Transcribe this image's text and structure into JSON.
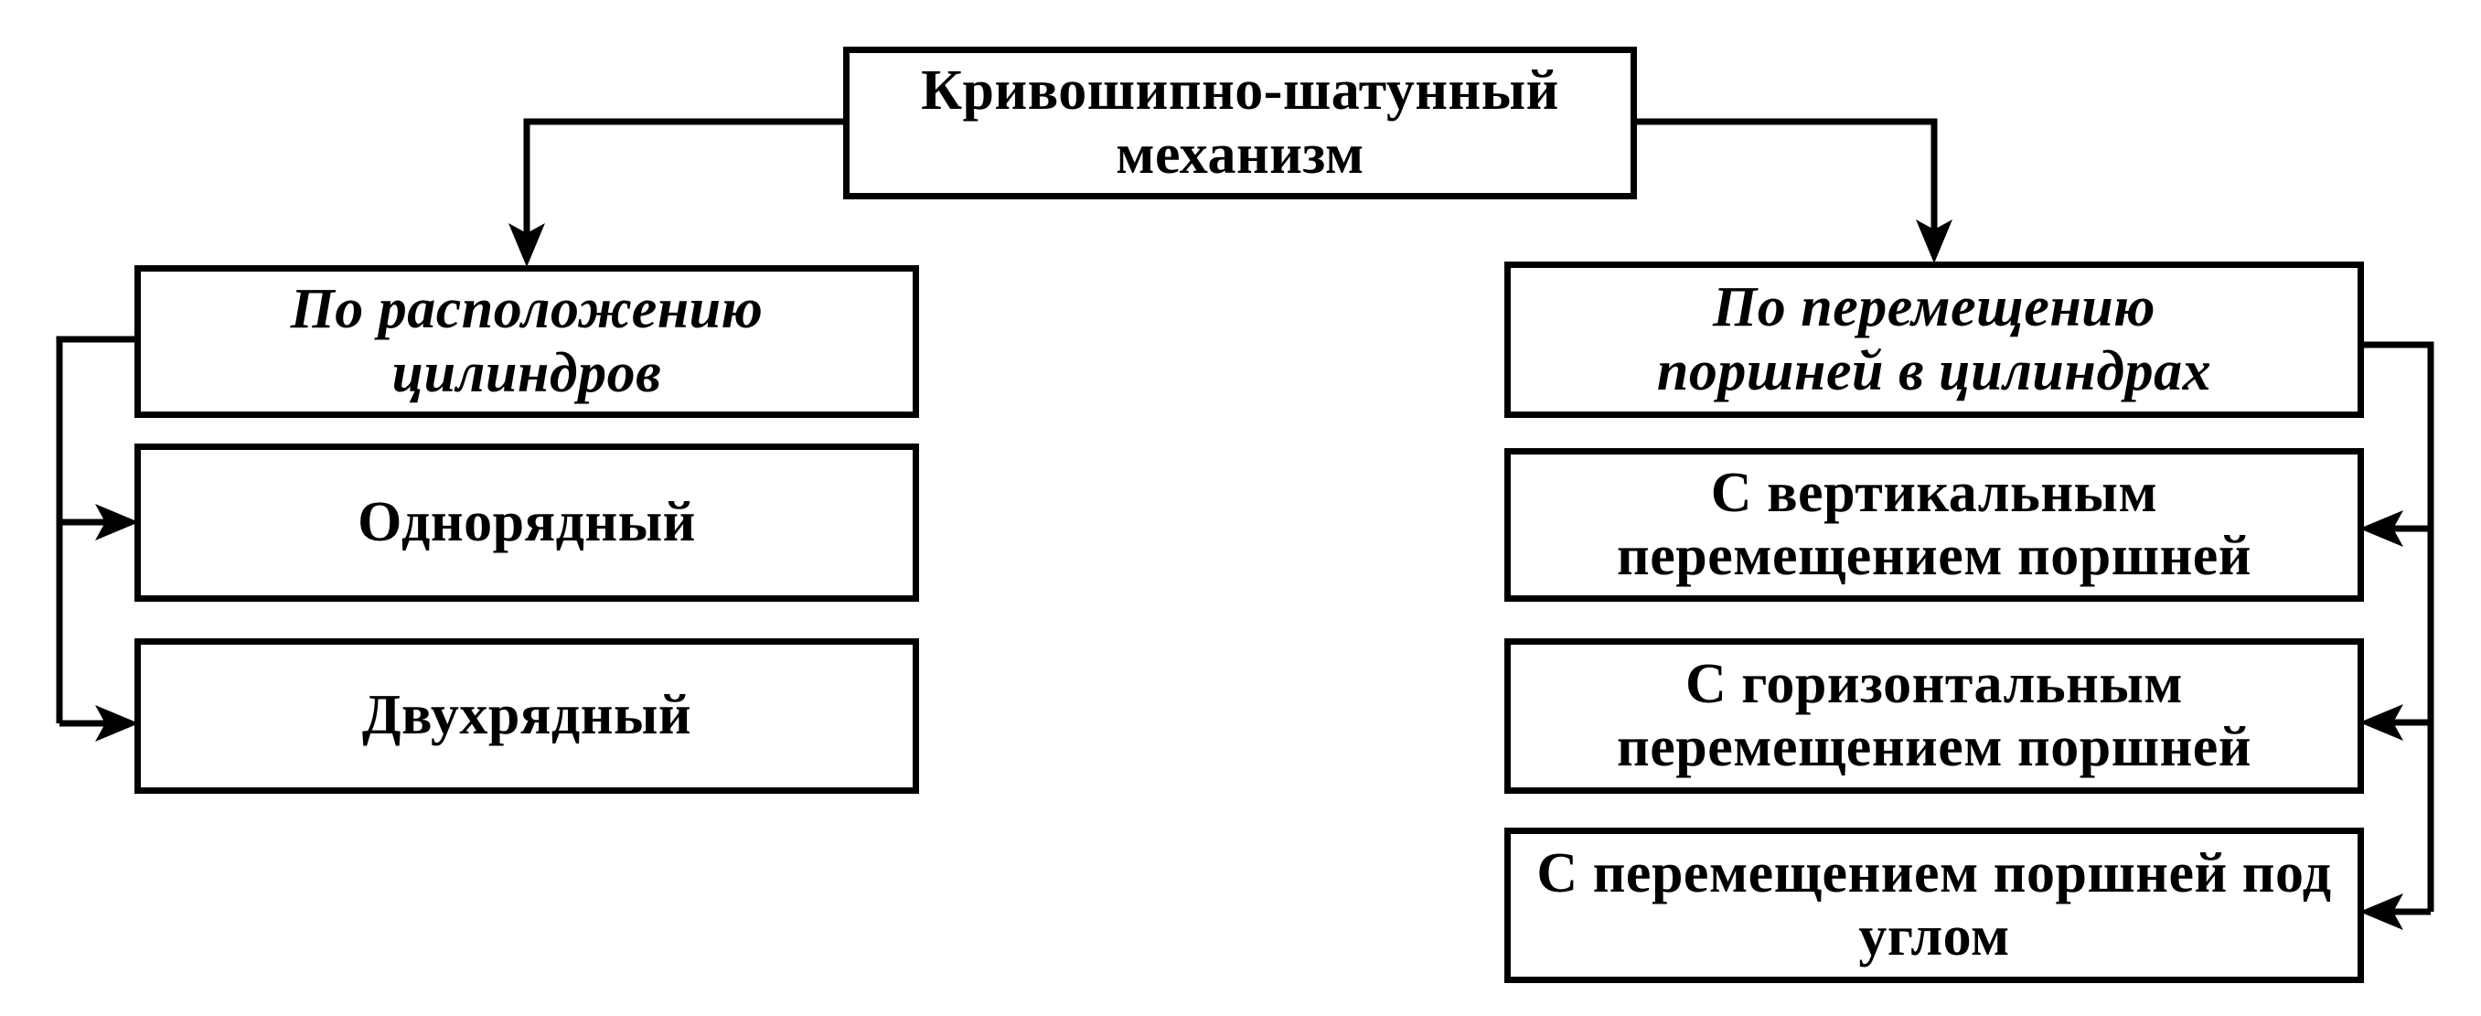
{
  "colors": {
    "line": "#000000",
    "box_border": "#000000",
    "box_fill": "#ffffff",
    "background": "#ffffff"
  },
  "root": {
    "label": "Кривошипно-шатунный механизм"
  },
  "left_branch": {
    "header": {
      "label": "По расположению цилиндров"
    },
    "children": [
      {
        "label": "Однорядный"
      },
      {
        "label": "Двухрядный"
      }
    ]
  },
  "right_branch": {
    "header": {
      "label": "По перемещению поршней в цилиндрах"
    },
    "children": [
      {
        "label": "С вертикальным перемещением поршней"
      },
      {
        "label": "С горизонтальным перемещением поршней"
      },
      {
        "label": "С перемещением поршней под углом"
      }
    ]
  }
}
